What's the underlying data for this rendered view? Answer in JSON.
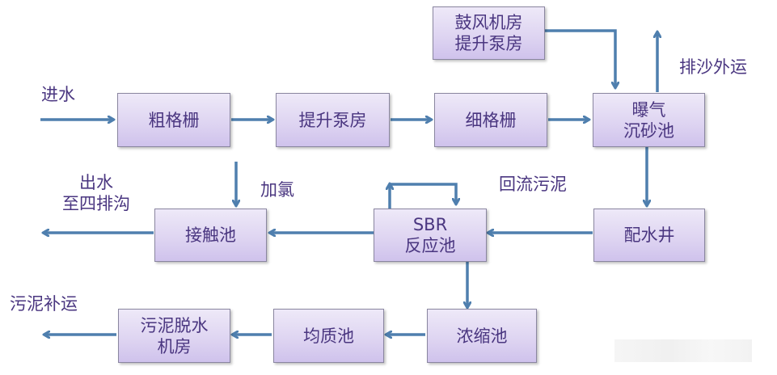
{
  "diagram": {
    "title": "污水处理工艺流程",
    "nodes": [
      {
        "id": "coarse-screen",
        "label": "粗格栅"
      },
      {
        "id": "lift-pump-house",
        "label": "提升泵房"
      },
      {
        "id": "fine-screen",
        "label": "细格栅"
      },
      {
        "id": "blower-pump-house",
        "label_line1": "鼓风机房",
        "label_line2": "提升泵房"
      },
      {
        "id": "aerated-grit-chamber",
        "label_line1": "曝气",
        "label_line2": "沉砂池"
      },
      {
        "id": "distribution-well",
        "label": "配水井"
      },
      {
        "id": "sbr-reactor",
        "label_line1": "SBR",
        "label_line2": "反应池"
      },
      {
        "id": "contact-tank",
        "label": "接触池"
      },
      {
        "id": "thickener",
        "label": "浓缩池"
      },
      {
        "id": "homogenizing-tank",
        "label": "均质池"
      },
      {
        "id": "sludge-dewatering-house",
        "label_line1": "污泥脱水",
        "label_line2": "机房"
      }
    ],
    "labels": {
      "inflow": "进水",
      "grit_out": "排沙外运",
      "effluent_line1": "出水",
      "effluent_line2": "至四排沟",
      "chlorination": "加氯",
      "return_sludge": "回流污泥",
      "sludge_out": "污泥补运"
    },
    "edges": [
      {
        "from": "inflow",
        "to": "coarse-screen"
      },
      {
        "from": "coarse-screen",
        "to": "lift-pump-house"
      },
      {
        "from": "lift-pump-house",
        "to": "fine-screen"
      },
      {
        "from": "fine-screen",
        "to": "aerated-grit-chamber"
      },
      {
        "from": "blower-pump-house",
        "to": "aerated-grit-chamber"
      },
      {
        "from": "aerated-grit-chamber",
        "to": "grit_out"
      },
      {
        "from": "aerated-grit-chamber",
        "to": "distribution-well"
      },
      {
        "from": "distribution-well",
        "to": "sbr-reactor"
      },
      {
        "from": "sbr-reactor",
        "to": "sbr-reactor",
        "note": "return loop"
      },
      {
        "from": "sbr-reactor",
        "to": "contact-tank"
      },
      {
        "from": "chlorination",
        "to": "contact-tank"
      },
      {
        "from": "contact-tank",
        "to": "effluent"
      },
      {
        "from": "sbr-reactor",
        "to": "thickener"
      },
      {
        "from": "thickener",
        "to": "homogenizing-tank"
      },
      {
        "from": "homogenizing-tank",
        "to": "sludge-dewatering-house"
      },
      {
        "from": "sludge-dewatering-house",
        "to": "sludge_out"
      }
    ],
    "colors": {
      "arrow": "#4f7fae",
      "text": "#4a3680",
      "box_fill_top": "#eee9f8",
      "box_fill_bottom": "#cfc2ec",
      "box_border": "#8a86a0"
    }
  }
}
